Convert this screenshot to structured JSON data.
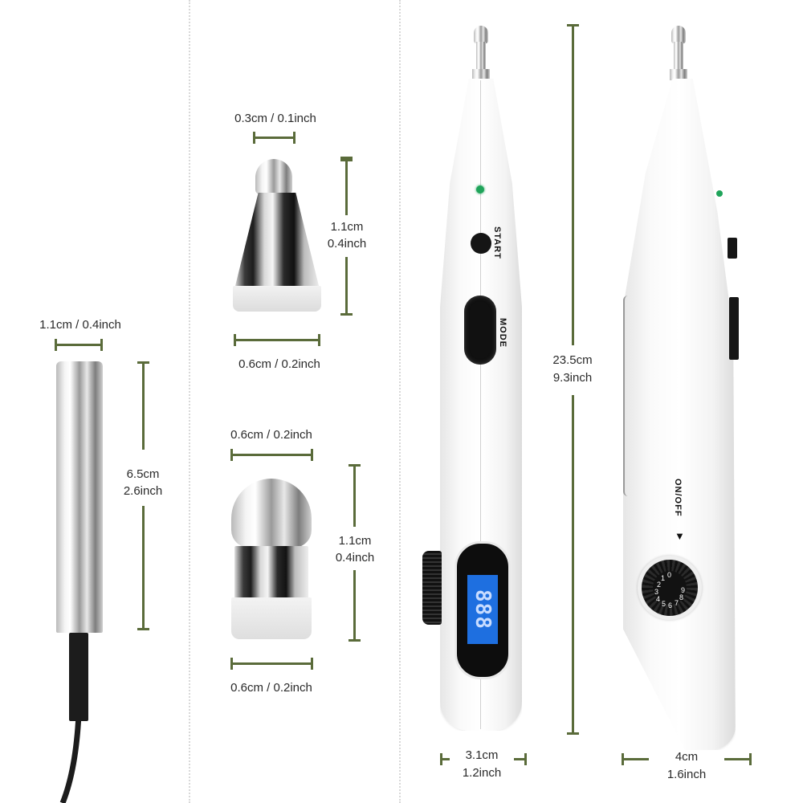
{
  "colors": {
    "dimension_line": "#5a6b3a",
    "label_text": "#2a2a2a",
    "lcd_background": "#1e6fe0",
    "led_indicator": "#1fa45a",
    "divider": "#d8d8d8"
  },
  "probe_cylinder": {
    "width_label": "1.1cm / 0.4inch",
    "height_label_cm": "6.5cm",
    "height_label_inch": "2.6inch"
  },
  "tip_cone": {
    "top_width_label": "0.3cm / 0.1inch",
    "height_label_cm": "1.1cm",
    "height_label_inch": "0.4inch",
    "base_width_label": "0.6cm / 0.2inch"
  },
  "tip_ball": {
    "top_width_label": "0.6cm / 0.2inch",
    "height_label_cm": "1.1cm",
    "height_label_inch": "0.4inch",
    "base_width_label": "0.6cm / 0.2inch"
  },
  "pen_front": {
    "start_label": "START",
    "mode_label": "MODE",
    "lcd_value": "888",
    "width_label_cm": "3.1cm",
    "width_label_inch": "1.2inch"
  },
  "pen_length": {
    "label_cm": "23.5cm",
    "label_inch": "9.3inch"
  },
  "pen_side": {
    "onoff_label": "ON/OFF",
    "onoff_arrow": "▼",
    "dial_numbers": [
      "0",
      "1",
      "2",
      "3",
      "4",
      "5",
      "6",
      "7",
      "8",
      "9"
    ],
    "width_label_cm": "4cm",
    "width_label_inch": "1.6inch"
  }
}
